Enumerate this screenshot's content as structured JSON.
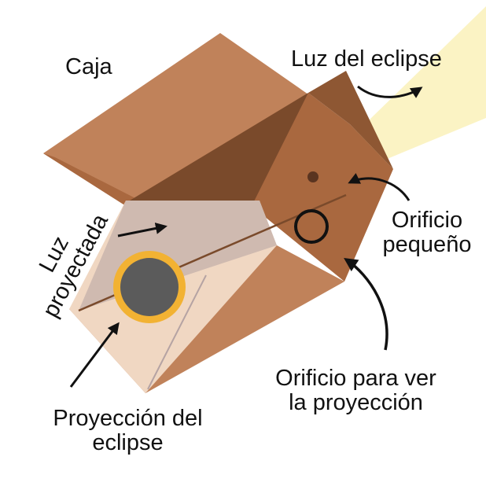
{
  "labels": {
    "box": "Caja",
    "eclipse_light": "Luz del eclipse",
    "projected_light": [
      "Luz",
      "proyectada"
    ],
    "small_hole": [
      "Orificio",
      "pequeño"
    ],
    "view_hole": [
      "Orificio para ver",
      "la proyección"
    ],
    "eclipse_projection": [
      "Proyección del",
      "eclipse"
    ]
  },
  "colors": {
    "box_light": "#c0825a",
    "box_mid": "#a9683f",
    "box_dark": "#8e5733",
    "inner_dark": "#7a4a2b",
    "screen": "#f0d7c2",
    "projection_beam": "#b5a3a3",
    "sun_rays": "#f2b233",
    "eclipse_moon": "#5b5b5b",
    "sunlight": "#fbf3c4",
    "ink": "#111111"
  },
  "icons": [
    "eclipse-icon",
    "pinhole-icon",
    "viewing-hole-icon",
    "arrow-icon"
  ]
}
